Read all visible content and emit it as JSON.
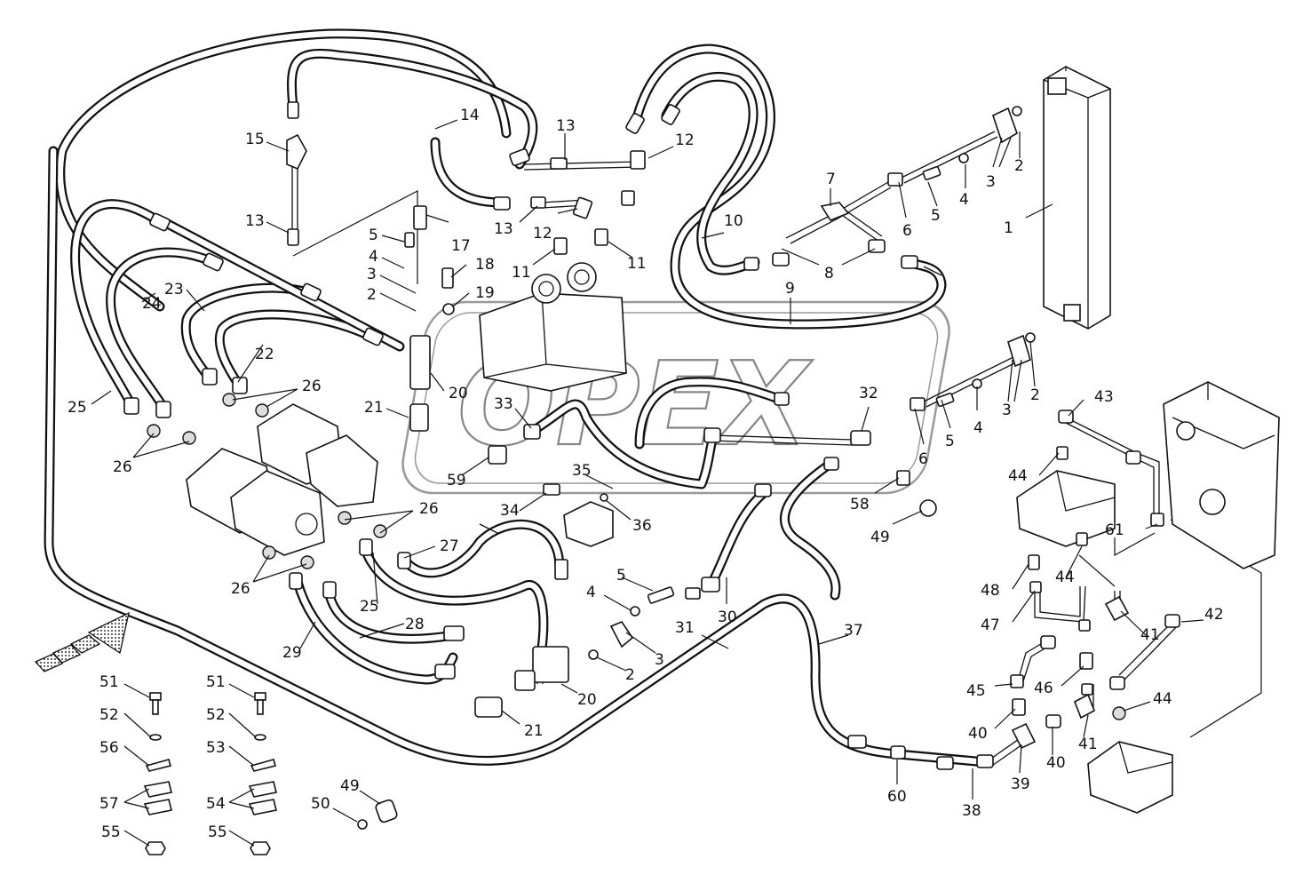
{
  "diagram": {
    "watermark": "OPEX",
    "callouts": [
      {
        "id": "c1",
        "text": "1"
      },
      {
        "id": "c2a",
        "text": "2"
      },
      {
        "id": "c3a",
        "text": "3"
      },
      {
        "id": "c4a",
        "text": "4"
      },
      {
        "id": "c5a",
        "text": "5"
      },
      {
        "id": "c6a",
        "text": "6"
      },
      {
        "id": "c7",
        "text": "7"
      },
      {
        "id": "c8",
        "text": "8"
      },
      {
        "id": "c9",
        "text": "9"
      },
      {
        "id": "c10",
        "text": "10"
      },
      {
        "id": "c2b",
        "text": "2"
      },
      {
        "id": "c3b",
        "text": "3"
      },
      {
        "id": "c4b",
        "text": "4"
      },
      {
        "id": "c5b",
        "text": "5"
      },
      {
        "id": "c6b",
        "text": "6"
      },
      {
        "id": "c14",
        "text": "14"
      },
      {
        "id": "c13a",
        "text": "13"
      },
      {
        "id": "c12a",
        "text": "12"
      },
      {
        "id": "c15",
        "text": "15"
      },
      {
        "id": "c13b",
        "text": "13"
      },
      {
        "id": "c13c",
        "text": "13"
      },
      {
        "id": "c12b",
        "text": "12"
      },
      {
        "id": "c11a",
        "text": "11"
      },
      {
        "id": "c11b",
        "text": "11"
      },
      {
        "id": "c17",
        "text": "17"
      },
      {
        "id": "c5c",
        "text": "5"
      },
      {
        "id": "c4c",
        "text": "4"
      },
      {
        "id": "c3c",
        "text": "3"
      },
      {
        "id": "c2c",
        "text": "2"
      },
      {
        "id": "c18",
        "text": "18"
      },
      {
        "id": "c19",
        "text": "19"
      },
      {
        "id": "c20a",
        "text": "20"
      },
      {
        "id": "c21a",
        "text": "21"
      },
      {
        "id": "c22",
        "text": "22"
      },
      {
        "id": "c23",
        "text": "23"
      },
      {
        "id": "c24",
        "text": "24"
      },
      {
        "id": "c25a",
        "text": "25"
      },
      {
        "id": "c26a",
        "text": "26"
      },
      {
        "id": "c26b",
        "text": "26"
      },
      {
        "id": "c26c",
        "text": "26"
      },
      {
        "id": "c26d",
        "text": "26"
      },
      {
        "id": "c27",
        "text": "27"
      },
      {
        "id": "c25b",
        "text": "25"
      },
      {
        "id": "c28",
        "text": "28"
      },
      {
        "id": "c29",
        "text": "29"
      },
      {
        "id": "c32",
        "text": "32"
      },
      {
        "id": "c33",
        "text": "33"
      },
      {
        "id": "c59",
        "text": "59"
      },
      {
        "id": "c35",
        "text": "35"
      },
      {
        "id": "c34",
        "text": "34"
      },
      {
        "id": "c36",
        "text": "36"
      },
      {
        "id": "c58",
        "text": "58"
      },
      {
        "id": "c49a",
        "text": "49"
      },
      {
        "id": "c5d",
        "text": "5"
      },
      {
        "id": "c4d",
        "text": "4"
      },
      {
        "id": "c3d",
        "text": "3"
      },
      {
        "id": "c2d",
        "text": "2"
      },
      {
        "id": "c30",
        "text": "30"
      },
      {
        "id": "c31",
        "text": "31"
      },
      {
        "id": "c20b",
        "text": "20"
      },
      {
        "id": "c21b",
        "text": "21"
      },
      {
        "id": "c37",
        "text": "37"
      },
      {
        "id": "c43",
        "text": "43"
      },
      {
        "id": "c44a",
        "text": "44"
      },
      {
        "id": "c61",
        "text": "61"
      },
      {
        "id": "c44b",
        "text": "44"
      },
      {
        "id": "c48",
        "text": "48"
      },
      {
        "id": "c47",
        "text": "47"
      },
      {
        "id": "c41a",
        "text": "41"
      },
      {
        "id": "c42",
        "text": "42"
      },
      {
        "id": "c45",
        "text": "45"
      },
      {
        "id": "c46",
        "text": "46"
      },
      {
        "id": "c40a",
        "text": "40"
      },
      {
        "id": "c40b",
        "text": "40"
      },
      {
        "id": "c41b",
        "text": "41"
      },
      {
        "id": "c44c",
        "text": "44"
      },
      {
        "id": "c39",
        "text": "39"
      },
      {
        "id": "c38",
        "text": "38"
      },
      {
        "id": "c60",
        "text": "60"
      },
      {
        "id": "c51a",
        "text": "51"
      },
      {
        "id": "c52a",
        "text": "52"
      },
      {
        "id": "c56",
        "text": "56"
      },
      {
        "id": "c57",
        "text": "57"
      },
      {
        "id": "c55a",
        "text": "55"
      },
      {
        "id": "c51b",
        "text": "51"
      },
      {
        "id": "c52b",
        "text": "52"
      },
      {
        "id": "c53",
        "text": "53"
      },
      {
        "id": "c54",
        "text": "54"
      },
      {
        "id": "c55b",
        "text": "55"
      },
      {
        "id": "c49b",
        "text": "49"
      },
      {
        "id": "c50",
        "text": "50"
      }
    ]
  }
}
